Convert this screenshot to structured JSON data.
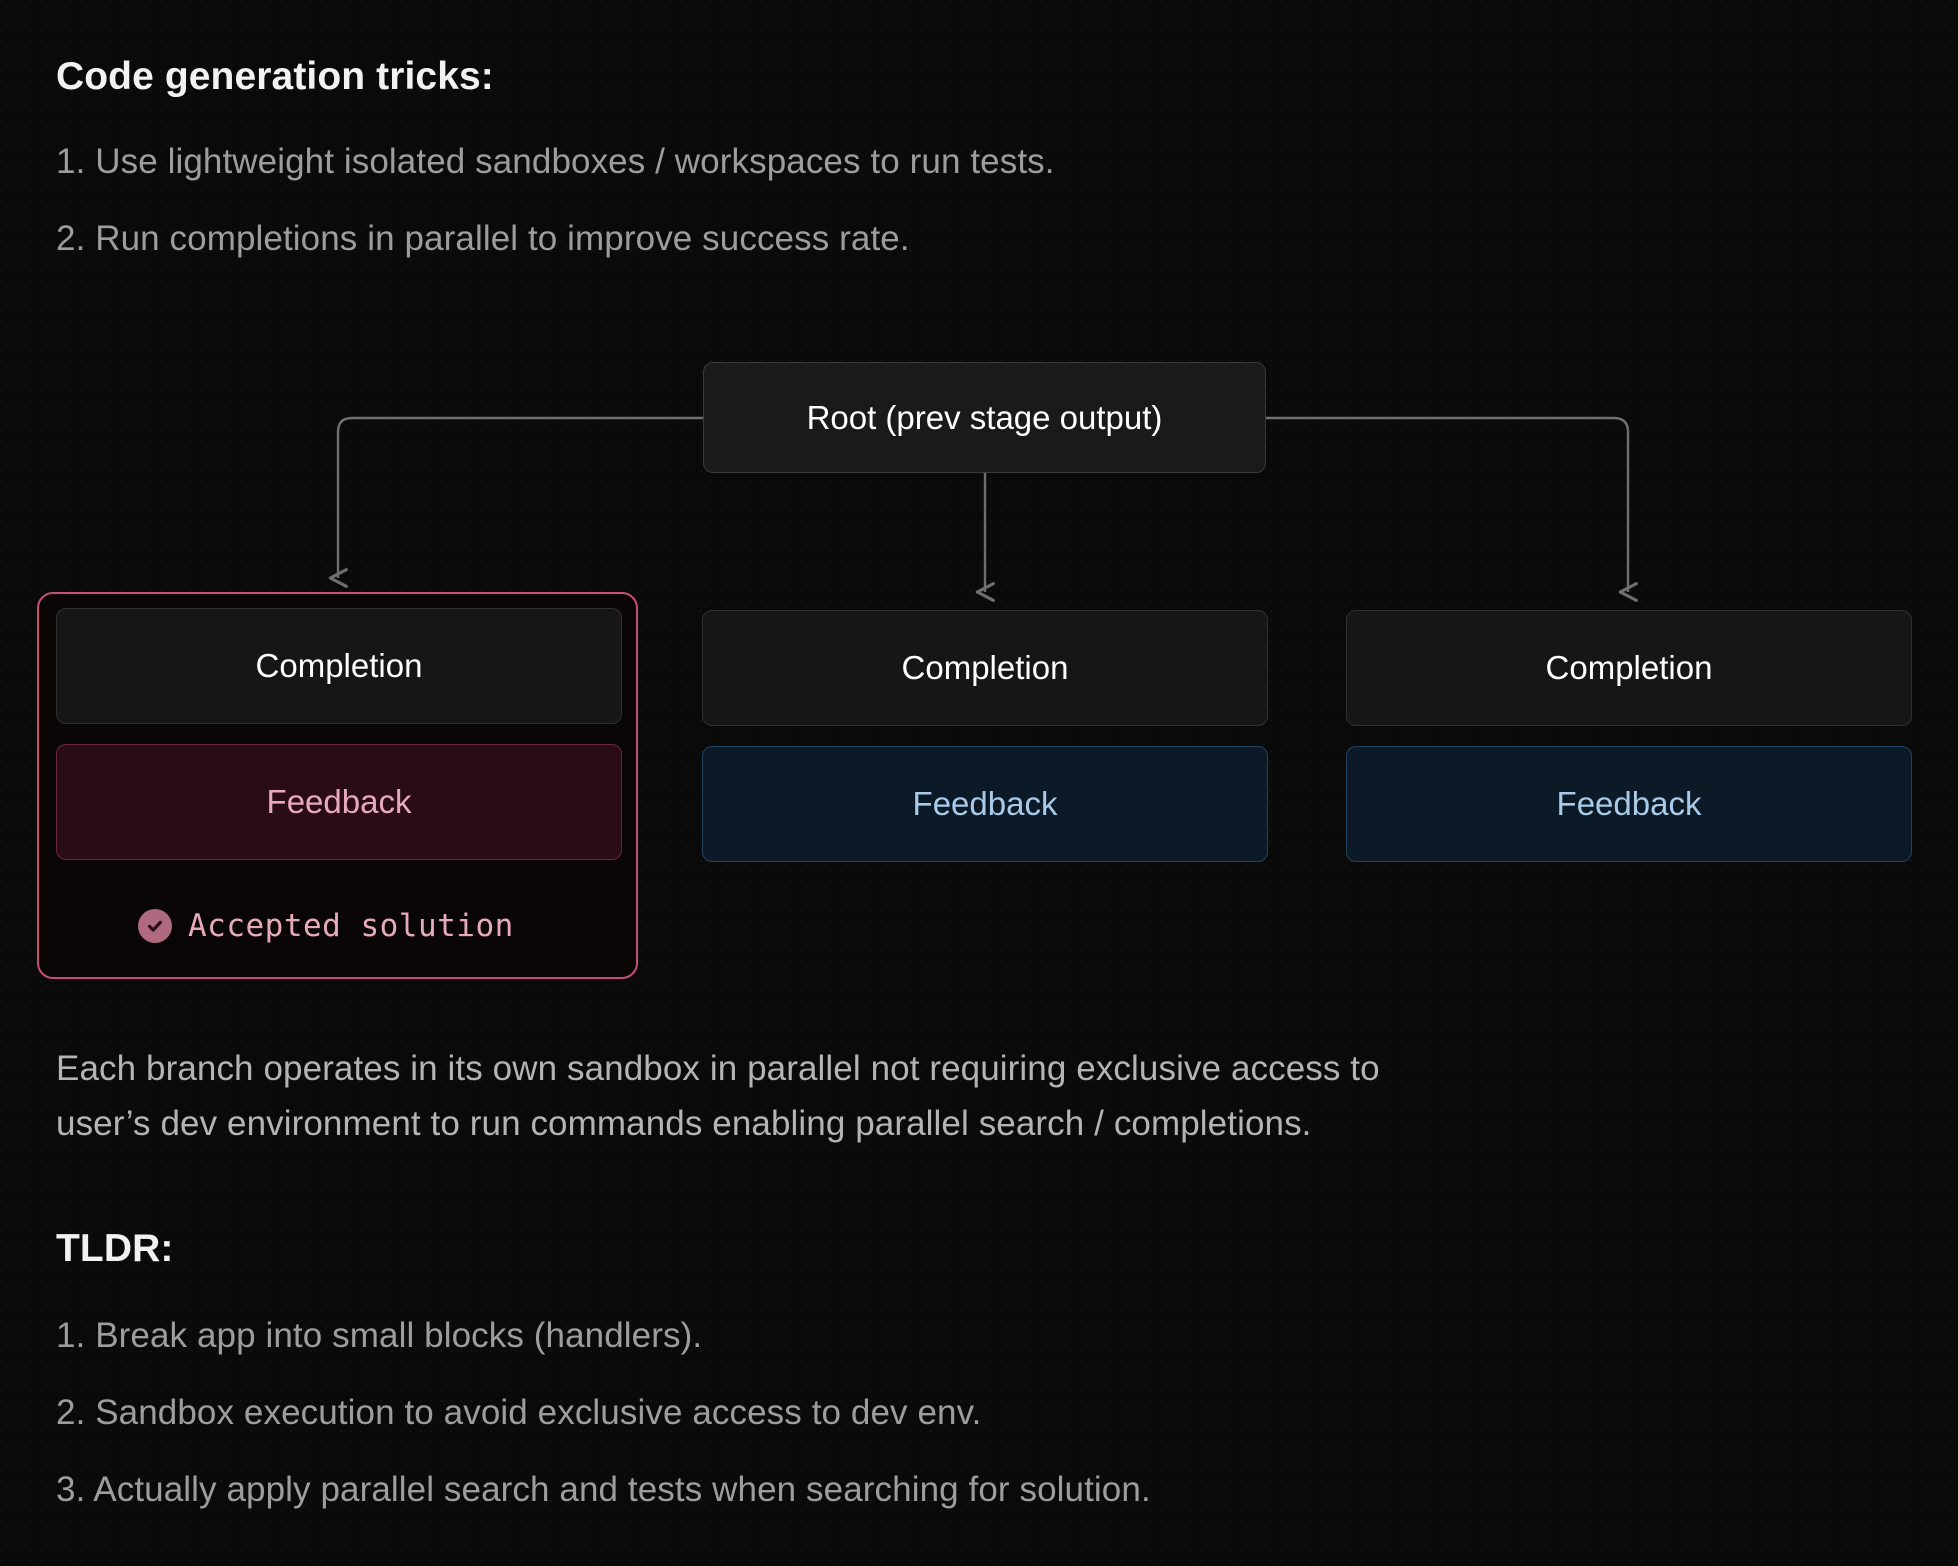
{
  "sections": {
    "tricks": {
      "heading": "Code generation tricks:",
      "items": [
        "1. Use lightweight isolated sandboxes / workspaces to run tests.",
        "2. Run completions in parallel to improve success rate."
      ]
    },
    "caption": {
      "line1": "Each branch operates in its own sandbox in parallel not requiring exclusive access to",
      "line2": "user’s dev environment to run commands enabling parallel search / completions."
    },
    "tldr": {
      "heading": "TLDR:",
      "items": [
        "1. Break app into small blocks (handlers).",
        "2. Sandbox execution to avoid exclusive access to dev env.",
        "3. Actually apply parallel search and tests when searching for solution."
      ]
    }
  },
  "diagram": {
    "type": "tree",
    "root": {
      "label": "Root (prev stage output)"
    },
    "branches": [
      {
        "selected": true,
        "completion_label": "Completion",
        "feedback_label": "Feedback",
        "status_label": "Accepted solution",
        "status_icon": "check-circle-icon"
      },
      {
        "selected": false,
        "completion_label": "Completion",
        "feedback_label": "Feedback"
      },
      {
        "selected": false,
        "completion_label": "Completion",
        "feedback_label": "Feedback"
      }
    ]
  },
  "colors": {
    "background": "#0a0a0a",
    "heading_text": "#f2f2f2",
    "body_text": "#9d9d9d",
    "node_fill": "#161616",
    "node_border": "#303030",
    "accent_pink": "#c64f78",
    "feedback_pink_fill": "#2a0c14",
    "feedback_pink_text": "#e8a9bd",
    "feedback_blue_fill": "#0c1a27",
    "feedback_blue_border": "#22425e",
    "feedback_blue_text": "#a9cbe9",
    "connector": "#6f6f6f"
  }
}
